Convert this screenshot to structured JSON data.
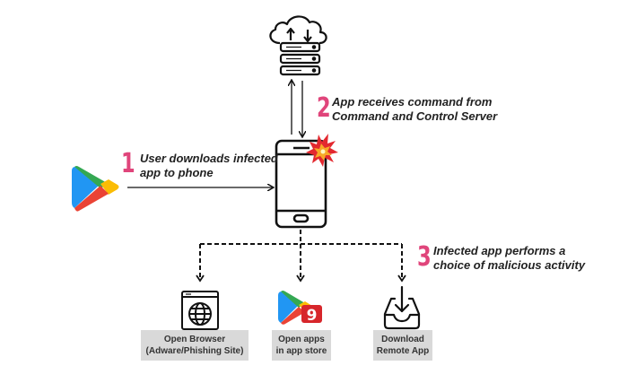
{
  "colors": {
    "accent_pink": "#e0457b",
    "line": "#111111",
    "caption_bg": "#d9d9d9",
    "burst_outer": "#e3282f",
    "burst_inner": "#f7a928"
  },
  "icons": {
    "server": "cloud-server-icon",
    "phone": "smartphone-icon",
    "burst": "explosion-icon",
    "play_store": "google-play-icon",
    "browser": "browser-globe-icon",
    "apps": "play-store-with-app-icon",
    "download": "download-tray-icon"
  },
  "steps": [
    {
      "number": "1",
      "line1": "User downloads infected",
      "line2": "app to phone"
    },
    {
      "number": "2",
      "line1": "App receives command from",
      "line2": "Command and Control Server"
    },
    {
      "number": "3",
      "line1": "Infected app performs a",
      "line2": "choice of malicious activity"
    }
  ],
  "outcomes": [
    {
      "line1": "Open Browser",
      "line2": "(Adware/Phishing Site)"
    },
    {
      "line1": "Open apps",
      "line2": "in app  store"
    },
    {
      "line1": "Download",
      "line2": "Remote App"
    }
  ]
}
